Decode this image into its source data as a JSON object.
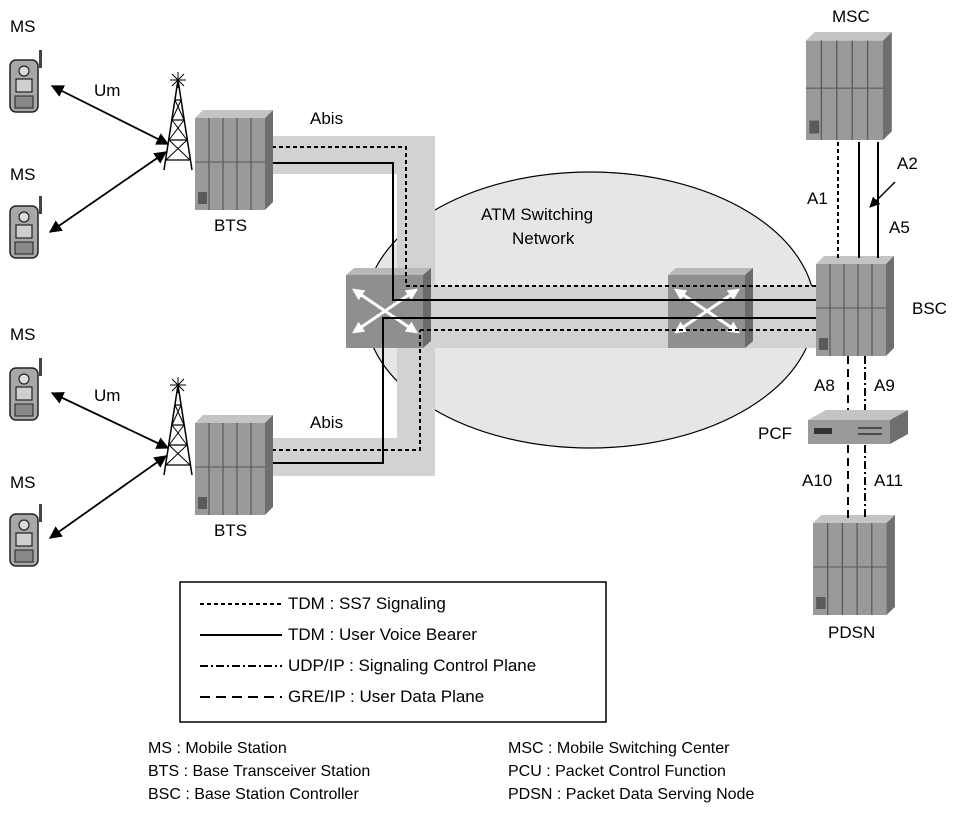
{
  "labels": {
    "ms_1": "MS",
    "ms_2": "MS",
    "ms_3": "MS",
    "ms_4": "MS",
    "um_top": "Um",
    "um_bottom": "Um",
    "bts_top": "BTS",
    "bts_bottom": "BTS",
    "abis_top": "Abis",
    "abis_bottom": "Abis",
    "atm_network_line1": "ATM Switching",
    "atm_network_line2": "Network",
    "msc": "MSC",
    "bsc": "BSC",
    "pcf": "PCF",
    "pdsn": "PDSN",
    "a1": "A1",
    "a2": "A2",
    "a5": "A5",
    "a8": "A8",
    "a9": "A9",
    "a10": "A10",
    "a11": "A11"
  },
  "legend": {
    "items": [
      {
        "style": "dotted",
        "label": "TDM : SS7 Signaling"
      },
      {
        "style": "solid",
        "label": "TDM : User Voice Bearer"
      },
      {
        "style": "dash-dot",
        "label": "UDP/IP : Signaling Control Plane"
      },
      {
        "style": "dashed",
        "label": "GRE/IP : User Data Plane"
      }
    ]
  },
  "abbreviations": {
    "left": [
      "MS : Mobile Station",
      "BTS : Base Transceiver Station",
      "BSC : Base Station Controller"
    ],
    "right": [
      "MSC : Mobile Switching Center",
      "PCU : Packet Control Function",
      "PDSN : Packet Data Serving Node"
    ]
  },
  "colors": {
    "equipment_face": "#9a9a9a",
    "equipment_side": "#6e6e6e",
    "equipment_top": "#c4c4c4",
    "pipe": "#d2d2d2",
    "cloud": "#e6e6e6",
    "switch": "#8f8f8f"
  }
}
